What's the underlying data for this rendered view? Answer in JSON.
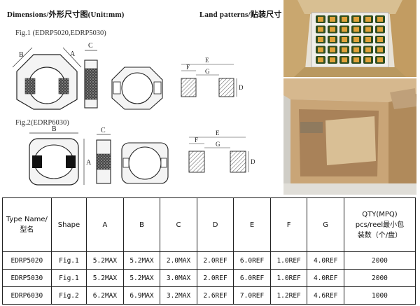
{
  "headers": {
    "dimensions": "Dimensions/外形尺寸图(Unit:mm)",
    "land_patterns": "Land patterns/贴装尺寸"
  },
  "figures": {
    "fig1_label": "Fig.1 (EDRP5020,EDRP5030)",
    "fig2_label": "Fig.2(EDRP6030)",
    "dim_letters": {
      "a": "A",
      "b": "B",
      "c": "C",
      "d": "D",
      "e": "E",
      "f": "F",
      "g": "G"
    }
  },
  "photos": {
    "top_desc_color": "#c9a76f",
    "bottom_desc_color": "#b89268"
  },
  "table": {
    "headers": [
      "Type Name/\n型名",
      "Shape",
      "A",
      "B",
      "C",
      "D",
      "E",
      "F",
      "G",
      "QTY(MPQ)\npcs/reel最小包\n装数（个/盘）"
    ],
    "rows": [
      [
        "EDRP5020",
        "Fig.1",
        "5.2MAX",
        "5.2MAX",
        "2.0MAX",
        "2.0REF",
        "6.0REF",
        "1.0REF",
        "4.0REF",
        "2000"
      ],
      [
        "EDRP5030",
        "Fig.1",
        "5.2MAX",
        "5.2MAX",
        "3.0MAX",
        "2.0REF",
        "6.0REF",
        "1.0REF",
        "4.0REF",
        "2000"
      ],
      [
        "EDRP6030",
        "Fig.2",
        "6.2MAX",
        "6.9MAX",
        "3.2MAX",
        "2.6REF",
        "7.0REF",
        "1.2REF",
        "4.6REF",
        "1000"
      ]
    ]
  }
}
